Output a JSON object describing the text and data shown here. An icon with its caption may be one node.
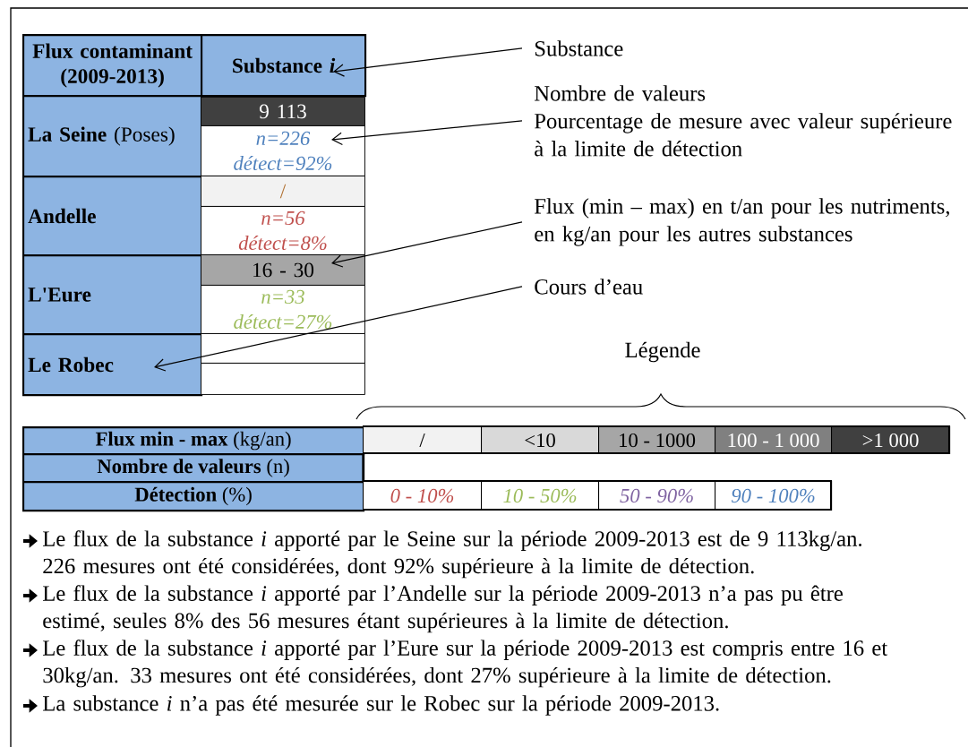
{
  "diagram": {
    "nodes": [
      {
        "text": [
          "Flux contaminant (2009-2013)"
        ]
      },
      {
        "text": [
          "Substance *i*"
        ]
      },
      {
        "text": [
          "**La Seine** (Poses)"
        ]
      },
      {
        "text": [
          "9 113"
        ]
      },
      {
        "text": [
          "n=226",
          "détect=92%"
        ]
      },
      {
        "text": [
          "Andelle"
        ]
      },
      {
        "text": [
          "/"
        ]
      },
      {
        "text": [
          "n=56",
          "détect=8%"
        ]
      },
      {
        "text": [
          "L'Eure"
        ]
      },
      {
        "text": [
          "16 - 30"
        ]
      },
      {
        "text": [
          "n=33",
          "détect=27%"
        ]
      },
      {
        "text": [
          "Le Robec"
        ]
      },
      {
        "text": [],
        "shape": "box"
      },
      {
        "text": [],
        "shape": "box"
      },
      {
        "text": [
          "Substance"
        ]
      },
      {
        "text": [
          "Nombre de valeurs",
          "Pourcentage de mesure avec valeur supérieure à la limite de détection"
        ]
      },
      {
        "text": [
          "Flux (min – max) en t/an pour les nutriments, en kg/an pour les autres substances"
        ]
      },
      {
        "text": [
          "Cours d’eau"
        ]
      }
    ],
    "edges": [
      {
        "from": 14,
        "to": 1,
        "arrow": "to"
      },
      {
        "from": 15,
        "to": 4,
        "arrow": "to"
      },
      {
        "from": 16,
        "to": 9,
        "arrow": "to"
      },
      {
        "from": 17,
        "to": 11,
        "arrow": "to"
      }
    ],
    "labels": [
      "Légende",
      "**Flux min - max** (kg/an)",
      "**Nombre de valeurs** (n)",
      "**Détection** (%)",
      "Le flux de la substance *i* apporté par le Seine sur la période 2009-2013 est de 9 113kg/an. 226 mesures ont été considérées, dont 92% supérieure à la limite de détection.",
      "Le flux de la substance *i* apporté par l’Andelle sur la période 2009-2013 n’a pas pu être estimé, seules 8% des 56 mesures étant supérieures à la limite de détection.",
      "Le flux de la substance *i* apporté par l’Eure sur la période 2009-2013 est compris entre 16 et 30kg/an. 33 mesures ont été considérées, dont 27% supérieure à la limite de détection.",
      "La substance *i* n’a pas été mesurée sur le Robec sur la période 2009-2013."
    ],
    "legend": [
      {
        "text": "/",
        "color": "#f2f2f2"
      },
      {
        "text": "<10",
        "color": "#d9d9d9"
      },
      {
        "text": "10 - 1000",
        "color": "#a6a6a6"
      },
      {
        "text": "100 - 1 000",
        "color": "#808080"
      },
      {
        "text": ">1 000",
        "color": "#404040"
      },
      {
        "text": "0 - 10%",
        "color": "#c0504d"
      },
      {
        "text": "10 - 50%",
        "color": "#9bbb59"
      },
      {
        "text": "50 - 90%",
        "color": "#8064a2"
      },
      {
        "text": "90 - 100%",
        "color": "#4f81bd"
      }
    ]
  }
}
